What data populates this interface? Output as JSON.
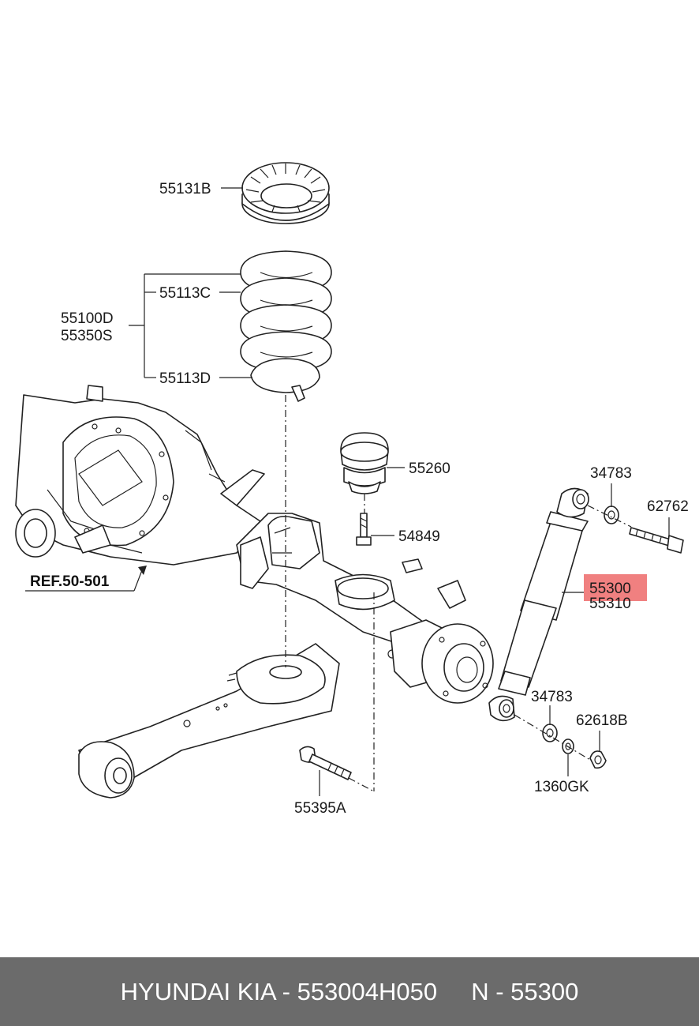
{
  "callouts": {
    "c55131B": "55131B",
    "c55113C": "55113C",
    "c55100D": "55100D",
    "c55350S": "55350S",
    "c55113D": "55113D",
    "c55260": "55260",
    "c54849": "54849",
    "c34783_top": "34783",
    "c62762": "62762",
    "c55300": "55300",
    "c55310": "55310",
    "c34783_bottom": "34783",
    "c62618B": "62618B",
    "c1360GK": "1360GK",
    "c55395A": "55395A",
    "ref": "REF.50-501"
  },
  "highlight_color": "#f08080",
  "footer": {
    "brand_part": "HYUNDAI KIA - 553004H050",
    "number_part": "N - 55300"
  }
}
